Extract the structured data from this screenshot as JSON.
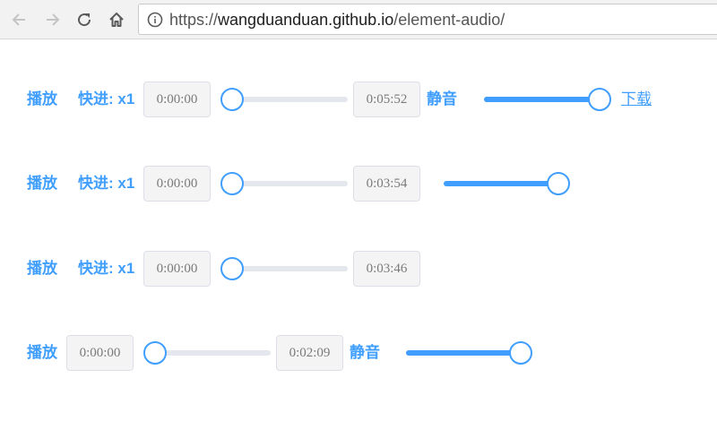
{
  "browser": {
    "url_scheme": "https://",
    "url_host": "wangduanduan.github.io",
    "url_path": "/element-audio/"
  },
  "players": [
    {
      "play_label": "播放",
      "speed_label": "快进: x1",
      "current_time": "0:00:00",
      "duration": "0:05:52",
      "progress": 0,
      "mute_label": "静音",
      "volume": 1,
      "download_label": "下载"
    },
    {
      "play_label": "播放",
      "speed_label": "快进: x1",
      "current_time": "0:00:00",
      "duration": "0:03:54",
      "progress": 0,
      "volume": 1
    },
    {
      "play_label": "播放",
      "speed_label": "快进: x1",
      "current_time": "0:00:00",
      "duration": "0:03:46",
      "progress": 0
    },
    {
      "play_label": "播放",
      "current_time": "0:00:00",
      "duration": "0:02:09",
      "progress": 0,
      "mute_label": "静音",
      "volume": 1
    }
  ]
}
